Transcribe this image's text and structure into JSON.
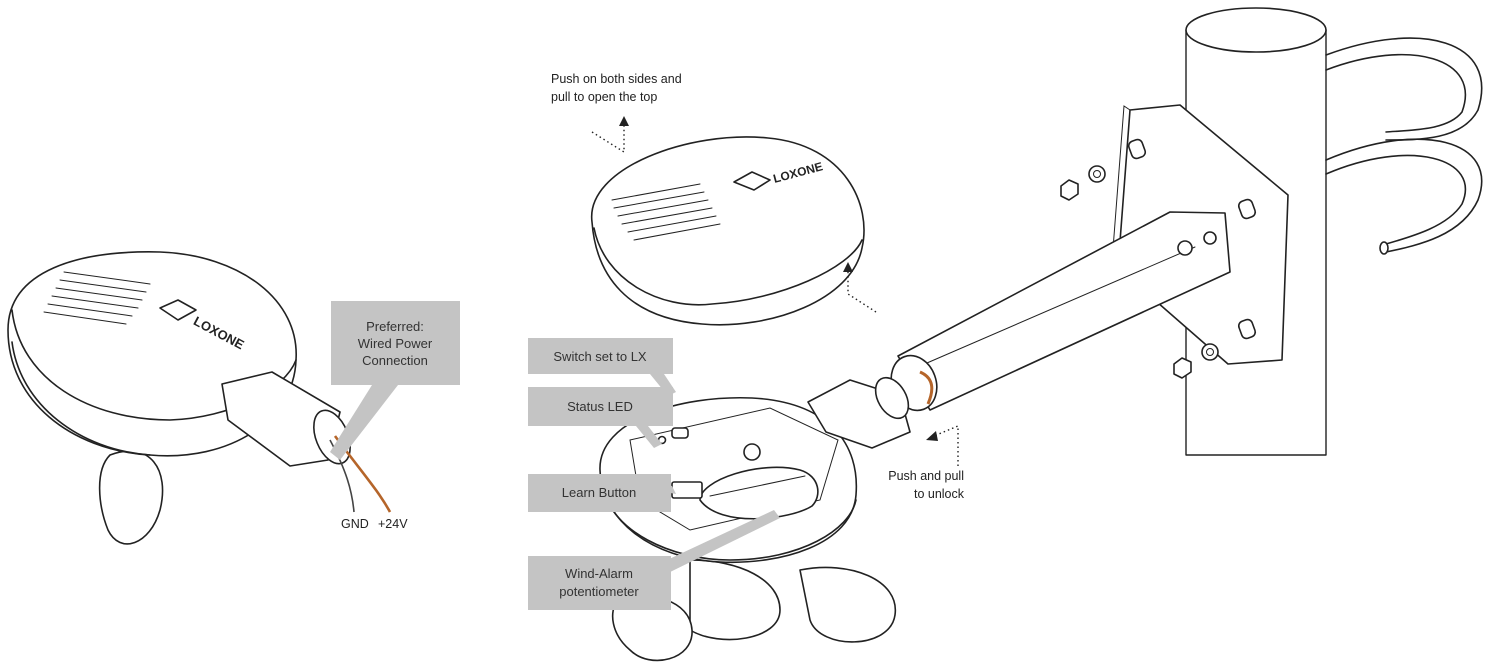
{
  "callouts": {
    "preferred_line1": "Preferred:",
    "preferred_line2": "Wired Power",
    "preferred_line3": "Connection",
    "switch": "Switch set to LX",
    "status_led": "Status LED",
    "learn_button": "Learn Button",
    "wind_alarm_line1": "Wind-Alarm",
    "wind_alarm_line2": "potentiometer"
  },
  "annotations": {
    "open_top_line1": "Push on both sides and",
    "open_top_line2": "pull to open the top",
    "unlock_line1": "Push and pull",
    "unlock_line2": "to unlock",
    "gnd": "GND",
    "plus24v": "+24V"
  },
  "brand": {
    "logo_text": "LOXONE"
  },
  "colors": {
    "callout_fill": "#c4c4c4",
    "wire_positive": "#b5652a",
    "line": "#222222"
  }
}
